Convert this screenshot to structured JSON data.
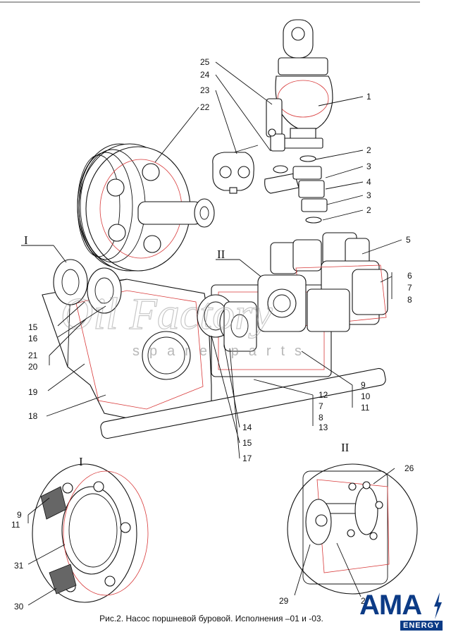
{
  "figure": {
    "caption": "Рис.2.  Насос поршневой буровой. Исполнения  –01 и -03.",
    "detail_labels": {
      "detail_1": "I",
      "detail_2": "II"
    },
    "callouts": {
      "c1": "1",
      "c2a": "2",
      "c3a": "3",
      "c4": "4",
      "c3b": "3",
      "c2b": "2",
      "c5": "5",
      "c6": "6",
      "c7a": "7",
      "c8a": "8",
      "c9a": "9",
      "c10": "10",
      "c11a": "11",
      "c12": "12",
      "c7b": "7",
      "c8b": "8",
      "c13": "13",
      "c14": "14",
      "c15b": "15",
      "c17": "17",
      "c15a": "15",
      "c16": "16",
      "c21": "21",
      "c20": "20",
      "c19": "19",
      "c18": "18",
      "c22": "22",
      "c23": "23",
      "c24": "24",
      "c25": "25",
      "c9b": "9",
      "c11b": "11",
      "c31": "31",
      "c30": "30",
      "c26": "26",
      "c29": "29",
      "c27": "27"
    }
  },
  "watermark": {
    "main": "Oil Factory",
    "sub": "spare parts"
  },
  "logo": {
    "main": "AMA",
    "sub": "ENERGY",
    "color": "#0c3b86"
  },
  "colors": {
    "outline": "#111111",
    "hidden_lines": "#d83a3a"
  }
}
